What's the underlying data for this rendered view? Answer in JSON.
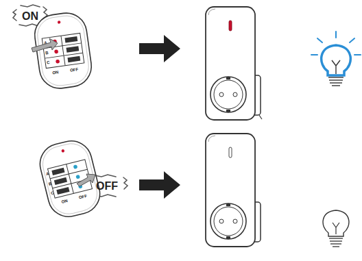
{
  "diagram": {
    "labels": [
      "ON",
      "A",
      "B",
      "C",
      "ON",
      "OFF",
      "A",
      "B",
      "C",
      "ON",
      "OFF",
      "OFF"
    ]
  }
}
